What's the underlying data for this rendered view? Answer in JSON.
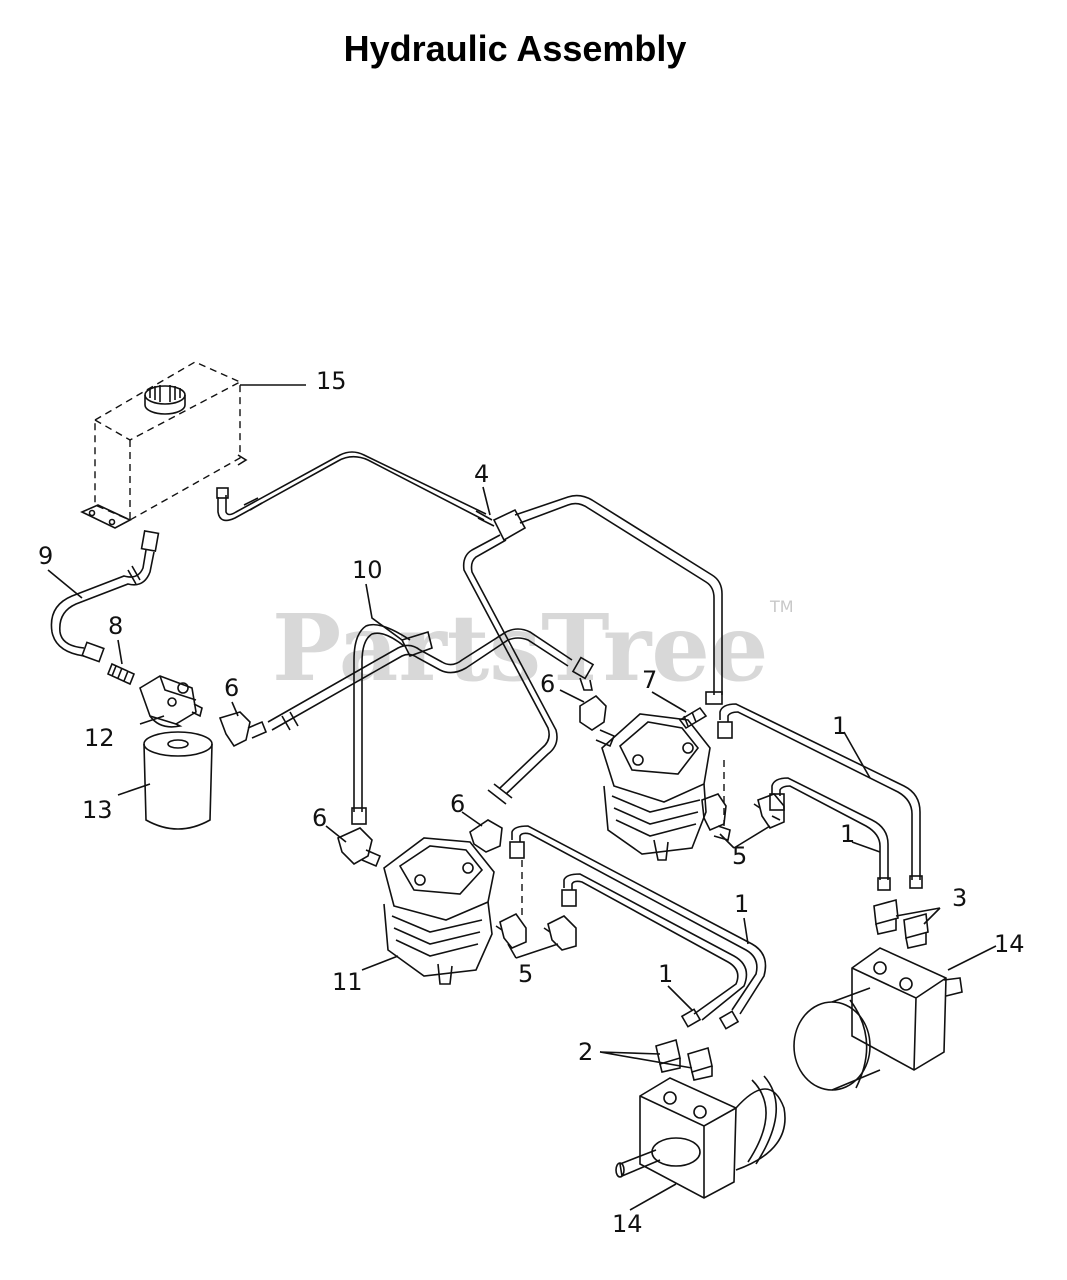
{
  "title": "Hydraulic Assembly",
  "watermark": {
    "text": "PartsTree",
    "trademark": "TM"
  },
  "callouts": {
    "c1a": "1",
    "c1b": "1",
    "c1c": "1",
    "c1d": "1",
    "c2": "2",
    "c3": "3",
    "c4": "4",
    "c5a": "5",
    "c5b": "5",
    "c6a": "6",
    "c6b": "6",
    "c6c": "6",
    "c6d": "6",
    "c7": "7",
    "c8": "8",
    "c9": "9",
    "c10": "10",
    "c11": "11",
    "c12": "12",
    "c13": "13",
    "c14a": "14",
    "c14b": "14",
    "c15": "15"
  },
  "colors": {
    "ink": "#111111",
    "watermark": "#d8d8d8",
    "background": "#ffffff"
  }
}
